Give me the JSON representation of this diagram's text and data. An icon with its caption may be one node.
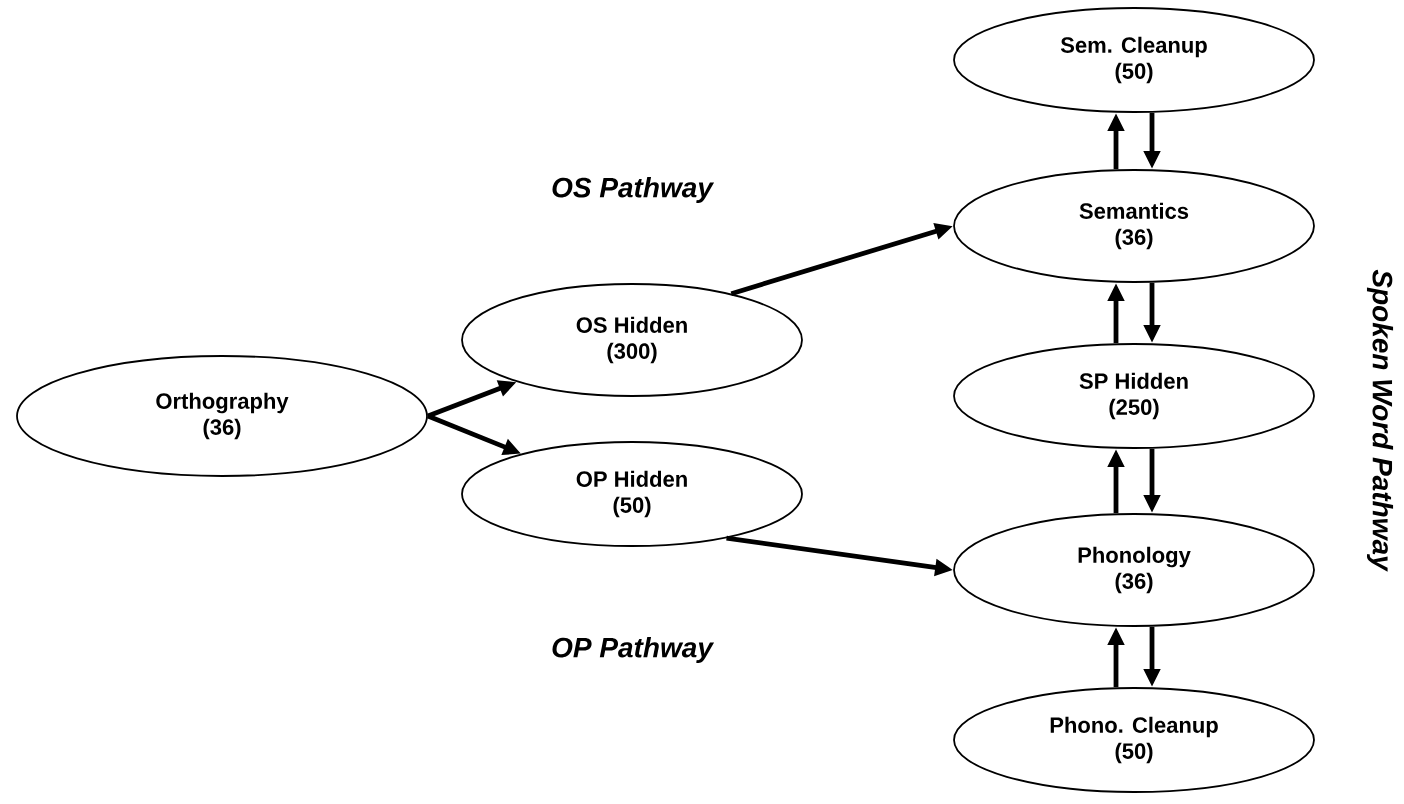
{
  "diagram": {
    "nodes": [
      {
        "text": [
          "Orthography",
          "(36)"
        ]
      },
      {
        "text": [
          "OS Hidden",
          "(300)"
        ]
      },
      {
        "text": [
          "OP Hidden",
          "(50)"
        ]
      },
      {
        "text": [
          "Sem. Cleanup",
          "(50)"
        ]
      },
      {
        "text": [
          "Semantics",
          "(36)"
        ]
      },
      {
        "text": [
          "SP Hidden",
          "(250)"
        ]
      },
      {
        "text": [
          "Phonology",
          "(36)"
        ]
      },
      {
        "text": [
          "Phono. Cleanup",
          "(50)"
        ]
      }
    ],
    "edges": [
      {
        "from": 0,
        "to": 1,
        "arrow": "to"
      },
      {
        "from": 0,
        "to": 2,
        "arrow": "to"
      },
      {
        "from": 1,
        "to": 4,
        "arrow": "to"
      },
      {
        "from": 2,
        "to": 6,
        "arrow": "to"
      },
      {
        "from": 4,
        "to": 3,
        "arrow": "to"
      },
      {
        "from": 3,
        "to": 4,
        "arrow": "to"
      },
      {
        "from": 5,
        "to": 4,
        "arrow": "to"
      },
      {
        "from": 4,
        "to": 5,
        "arrow": "to"
      },
      {
        "from": 6,
        "to": 5,
        "arrow": "to"
      },
      {
        "from": 5,
        "to": 6,
        "arrow": "to"
      },
      {
        "from": 7,
        "to": 6,
        "arrow": "to"
      },
      {
        "from": 6,
        "to": 7,
        "arrow": "to"
      }
    ],
    "labels": [
      "OS Pathway",
      "OP Pathway",
      "Spoken Word Pathway"
    ]
  }
}
